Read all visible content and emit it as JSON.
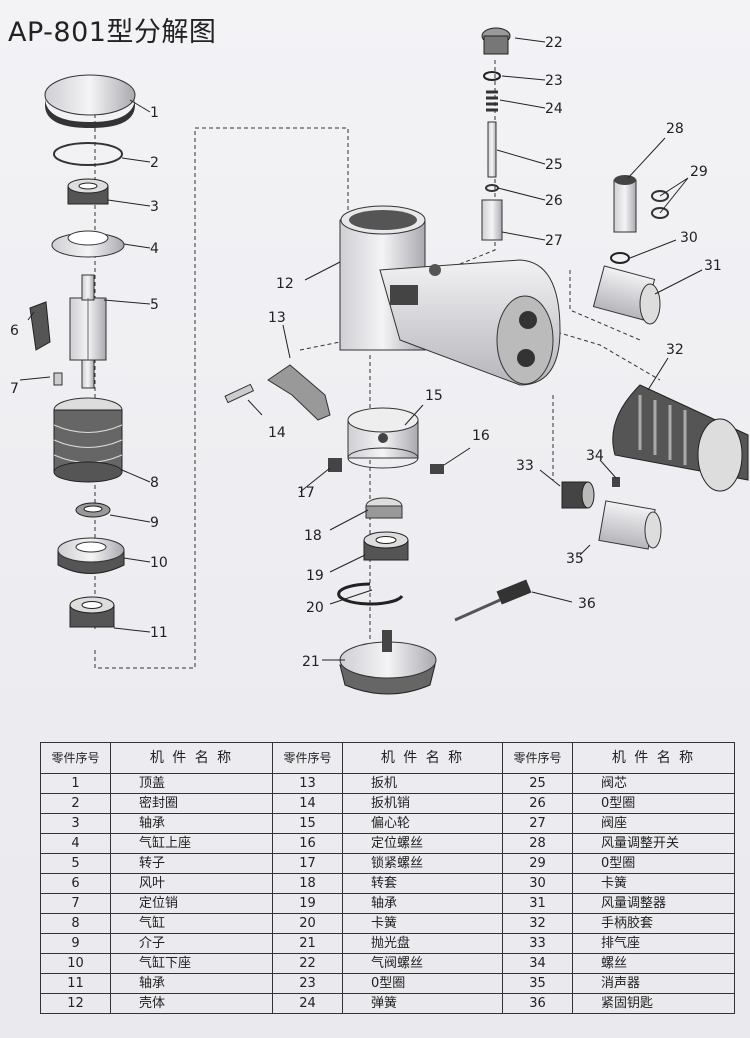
{
  "title": "AP-801型分解图",
  "diagram": {
    "callouts": [
      "1",
      "2",
      "3",
      "4",
      "5",
      "6",
      "7",
      "8",
      "9",
      "10",
      "11",
      "12",
      "13",
      "14",
      "15",
      "16",
      "17",
      "18",
      "19",
      "20",
      "21",
      "22",
      "23",
      "24",
      "25",
      "26",
      "27",
      "28",
      "29",
      "30",
      "31",
      "32",
      "33",
      "34",
      "35",
      "36"
    ]
  },
  "table": {
    "headers": [
      "零件序号",
      "机 件 名 称",
      "零件序号",
      "机 件 名 称",
      "零件序号",
      "机 件 名 称"
    ],
    "rows": [
      [
        "1",
        "顶盖",
        "13",
        "扳机",
        "25",
        "阀芯"
      ],
      [
        "2",
        "密封圈",
        "14",
        "扳机销",
        "26",
        "0型圈"
      ],
      [
        "3",
        "轴承",
        "15",
        "偏心轮",
        "27",
        "阀座"
      ],
      [
        "4",
        "气缸上座",
        "16",
        "定位螺丝",
        "28",
        "风量调整开关"
      ],
      [
        "5",
        "转子",
        "17",
        "锁紧螺丝",
        "29",
        "0型圈"
      ],
      [
        "6",
        "风叶",
        "18",
        "转套",
        "30",
        "卡簧"
      ],
      [
        "7",
        "定位销",
        "19",
        "轴承",
        "31",
        "风量调整器"
      ],
      [
        "8",
        "气缸",
        "20",
        "卡簧",
        "32",
        "手柄胶套"
      ],
      [
        "9",
        "介子",
        "21",
        "抛光盘",
        "33",
        "排气座"
      ],
      [
        "10",
        "气缸下座",
        "22",
        "气阀螺丝",
        "34",
        "螺丝"
      ],
      [
        "11",
        "轴承",
        "23",
        "0型圈",
        "35",
        "消声器"
      ],
      [
        "12",
        "壳体",
        "24",
        "弹簧",
        "36",
        "紧固钥匙"
      ]
    ]
  }
}
